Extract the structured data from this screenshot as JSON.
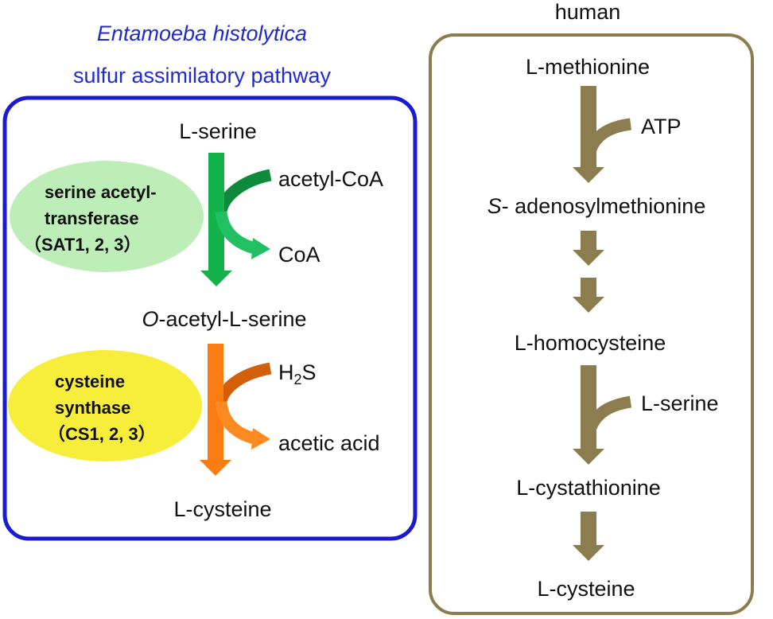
{
  "left_panel": {
    "organism": "Entamoeba histolytica",
    "pathway": "sulfur assimilatory pathway",
    "border_color": "#1a1ad0",
    "compounds": {
      "serine": "L-serine",
      "acetylcoa": "acetyl-CoA",
      "coa": "CoA",
      "oas_prefix": "O",
      "oas_rest": "-acetyl-L-serine",
      "h2s_main": "H",
      "h2s_sub": "2",
      "h2s_end": "S",
      "acetic": "acetic acid",
      "cysteine": "L-cysteine"
    },
    "enzymes": {
      "sat_line1": "serine acetyl-",
      "sat_line2": "transferase",
      "sat_line3": "（SAT1, 2, 3）",
      "sat_color": "#bdeeb8",
      "cs_line1": "cysteine",
      "cs_line2": "synthase",
      "cs_line3": "（CS1, 2, 3）",
      "cs_color": "#f7ee3c"
    },
    "colors": {
      "green_main": "#13b24a",
      "green_side": "#0f8a3c",
      "green_out": "#22c063",
      "orange_main": "#f97d13",
      "orange_side": "#d15f0c",
      "orange_out": "#fb8a20"
    }
  },
  "right_panel": {
    "organism": "human",
    "border_color": "#8b7d4e",
    "arrow_color": "#8b7d4e",
    "compounds": {
      "methionine": "L-methionine",
      "atp": "ATP",
      "sam_prefix": "S",
      "sam_rest": "- adenosylmethionine",
      "homocysteine": "L-homocysteine",
      "serine": "L-serine",
      "cystathionine": "L-cystathionine",
      "cysteine": "L-cysteine"
    }
  }
}
